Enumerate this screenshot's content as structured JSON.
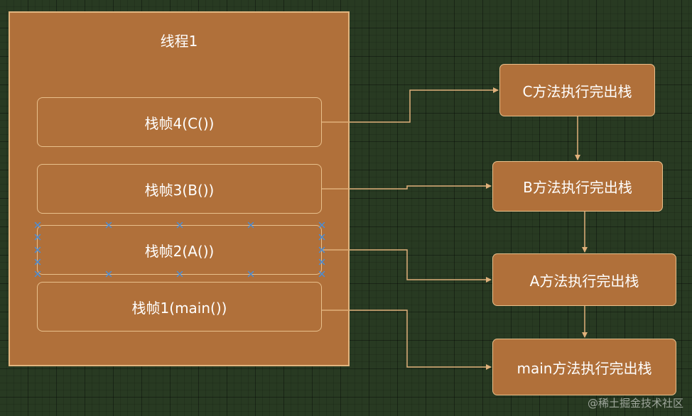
{
  "thread": {
    "title": "线程1",
    "frames": [
      "栈帧4(C())",
      "栈帧3(B())",
      "栈帧2(A())",
      "栈帧1(main())"
    ]
  },
  "steps": [
    "C方法执行完出栈",
    "B方法执行完出栈",
    "A方法执行完出栈",
    "main方法执行完出栈"
  ],
  "watermark": "@稀土掘金技术社区",
  "colors": {
    "background": "#283a22",
    "box_fill": "#b0703a",
    "box_border": "#e8c08c",
    "connector": "#e0b07a",
    "selection_handle": "#4a8ed8"
  }
}
